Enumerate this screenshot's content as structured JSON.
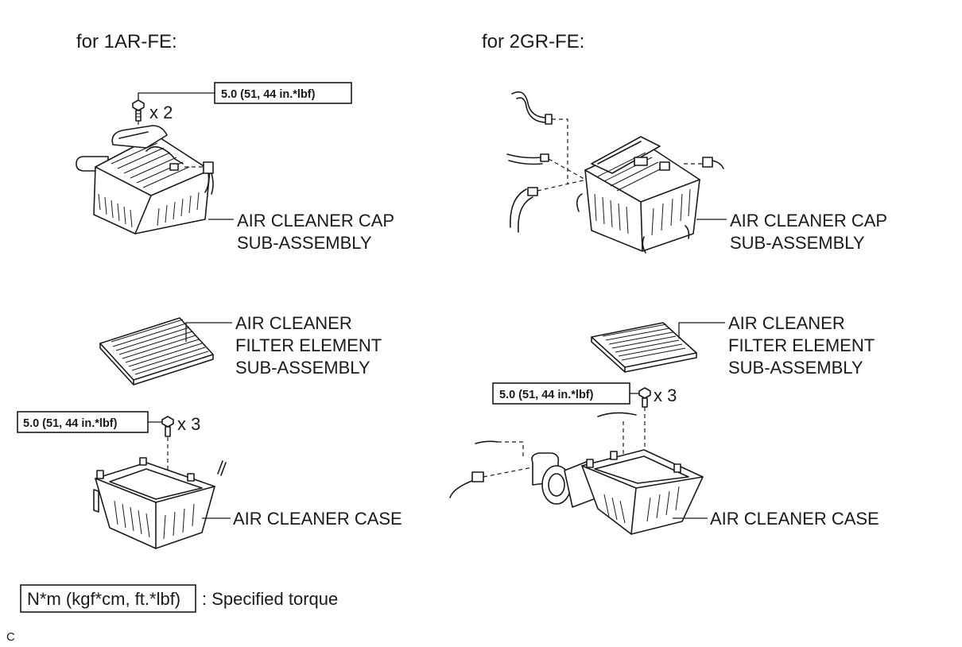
{
  "headers": {
    "left": "for 1AR-FE:",
    "right": "for 2GR-FE:"
  },
  "torque": {
    "value": "5.0 (51, 44 in.*lbf)"
  },
  "quantities": {
    "x2": "x 2",
    "x3": "x 3"
  },
  "labels": {
    "cap_line1": "AIR CLEANER CAP",
    "cap_line2": "SUB-ASSEMBLY",
    "filter_line1": "AIR CLEANER",
    "filter_line2": "FILTER ELEMENT",
    "filter_line3": "SUB-ASSEMBLY",
    "case": "AIR CLEANER CASE"
  },
  "legend": {
    "unit": "N*m (kgf*cm, ft.*lbf)",
    "desc": ": Specified torque"
  },
  "footer": {
    "code": "C"
  },
  "icons": [
    "bolt-icon",
    "air-cleaner-cap-icon",
    "filter-element-icon",
    "air-cleaner-case-icon",
    "hose-icon",
    "connector-icon"
  ]
}
